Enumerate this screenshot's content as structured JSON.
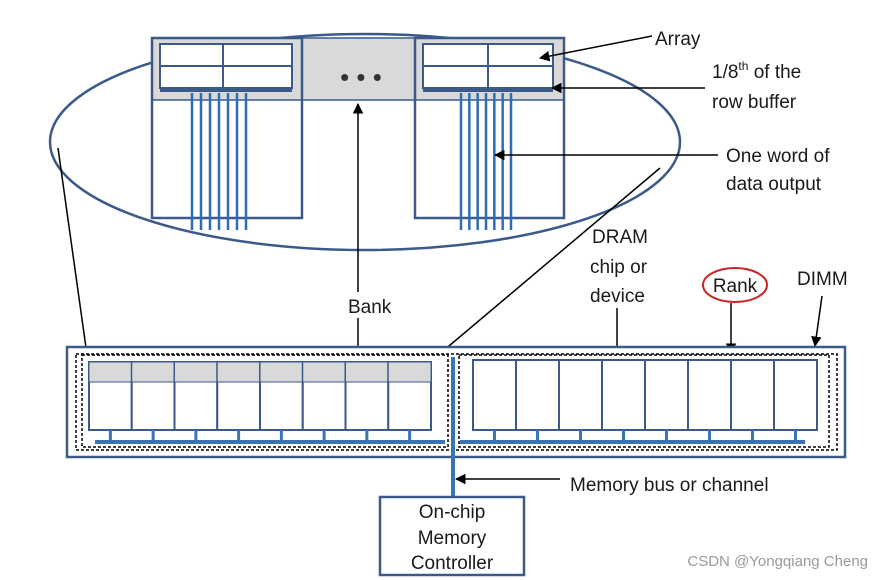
{
  "labels": {
    "array": "Array",
    "row_buffer_prefix": "1/8",
    "row_buffer_sup": "th",
    "row_buffer_suffix": " of the",
    "row_buffer_line2": "row buffer",
    "one_word_line1": "One word of",
    "one_word_line2": "data output",
    "ellipsis": "• • •",
    "dram_line1": "DRAM",
    "dram_line2": "chip or",
    "dram_line3": "device",
    "rank": "Rank",
    "dimm": "DIMM",
    "bank": "Bank",
    "memory_bus": "Memory bus or channel",
    "controller_line1": "On-chip",
    "controller_line2": "Memory",
    "controller_line3": "Controller"
  },
  "watermark": "CSDN @Yongqiang Cheng",
  "colors": {
    "outline": "#3b5a8a",
    "bus": "#3a74b4",
    "wire": "#2e6db4",
    "bank_fill": "#d9d9d9",
    "rank_circle": "#cc2222",
    "ink": "#000000"
  },
  "counts": {
    "chips_per_rank": 8
  }
}
